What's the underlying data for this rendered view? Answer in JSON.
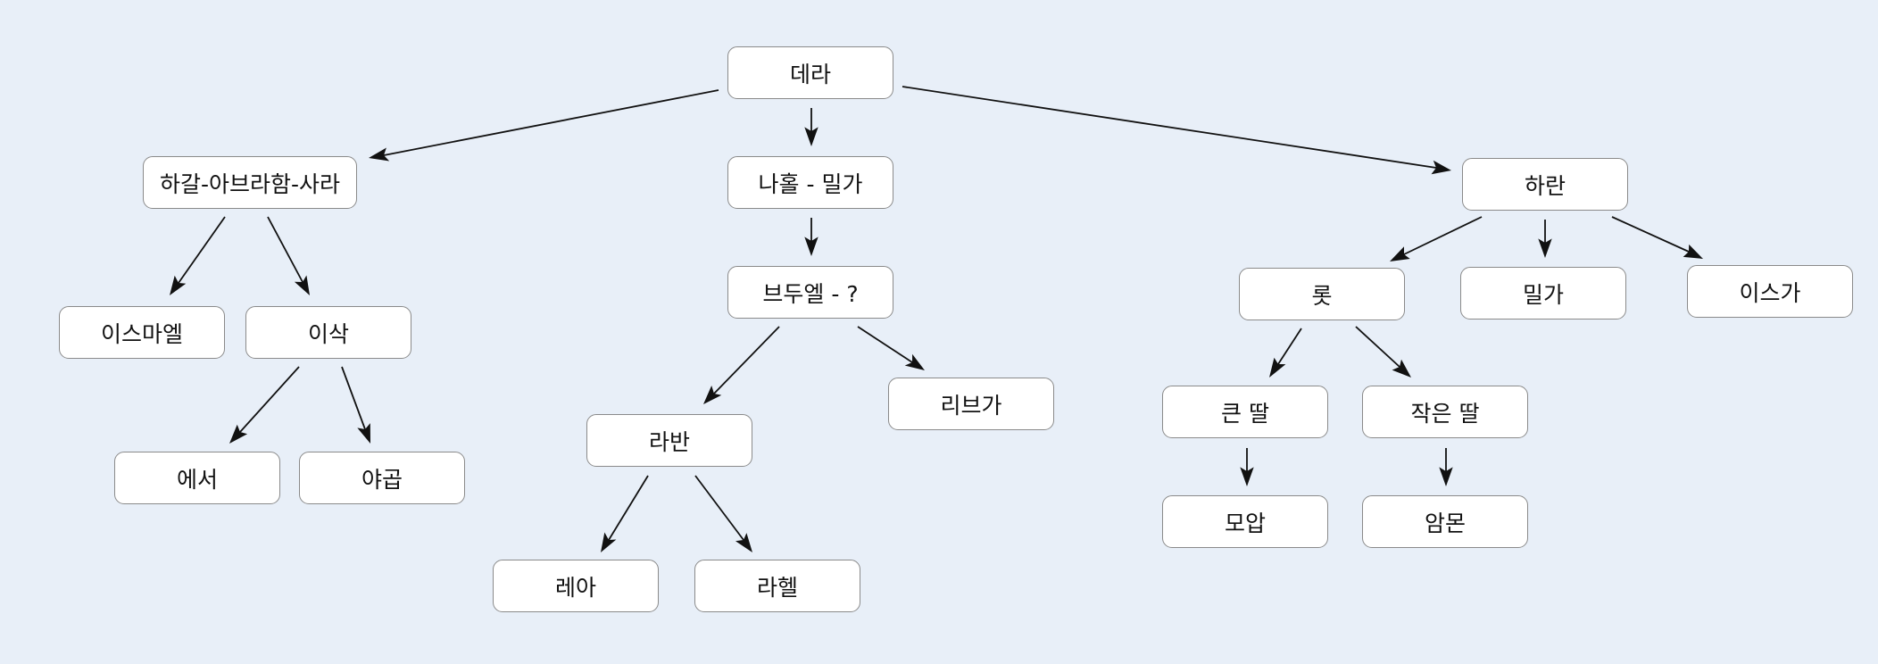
{
  "nodes": {
    "dera": "데라",
    "hagar": "하갈-아브라함-사라",
    "nahor": "나홀 - 밀가",
    "haran": "하란",
    "ishmael": "이스마엘",
    "isaac": "이삭",
    "bethuel": "브두엘 - ?",
    "lot": "롯",
    "milcah": "밀가",
    "iscah": "이스가",
    "esau": "에서",
    "jacob": "야곱",
    "laban": "라반",
    "rebekah": "리브가",
    "elder_daughter": "큰 딸",
    "younger_daughter": "작은 딸",
    "leah": "레아",
    "rachel": "라헬",
    "moab": "모압",
    "ammon": "암몬"
  }
}
